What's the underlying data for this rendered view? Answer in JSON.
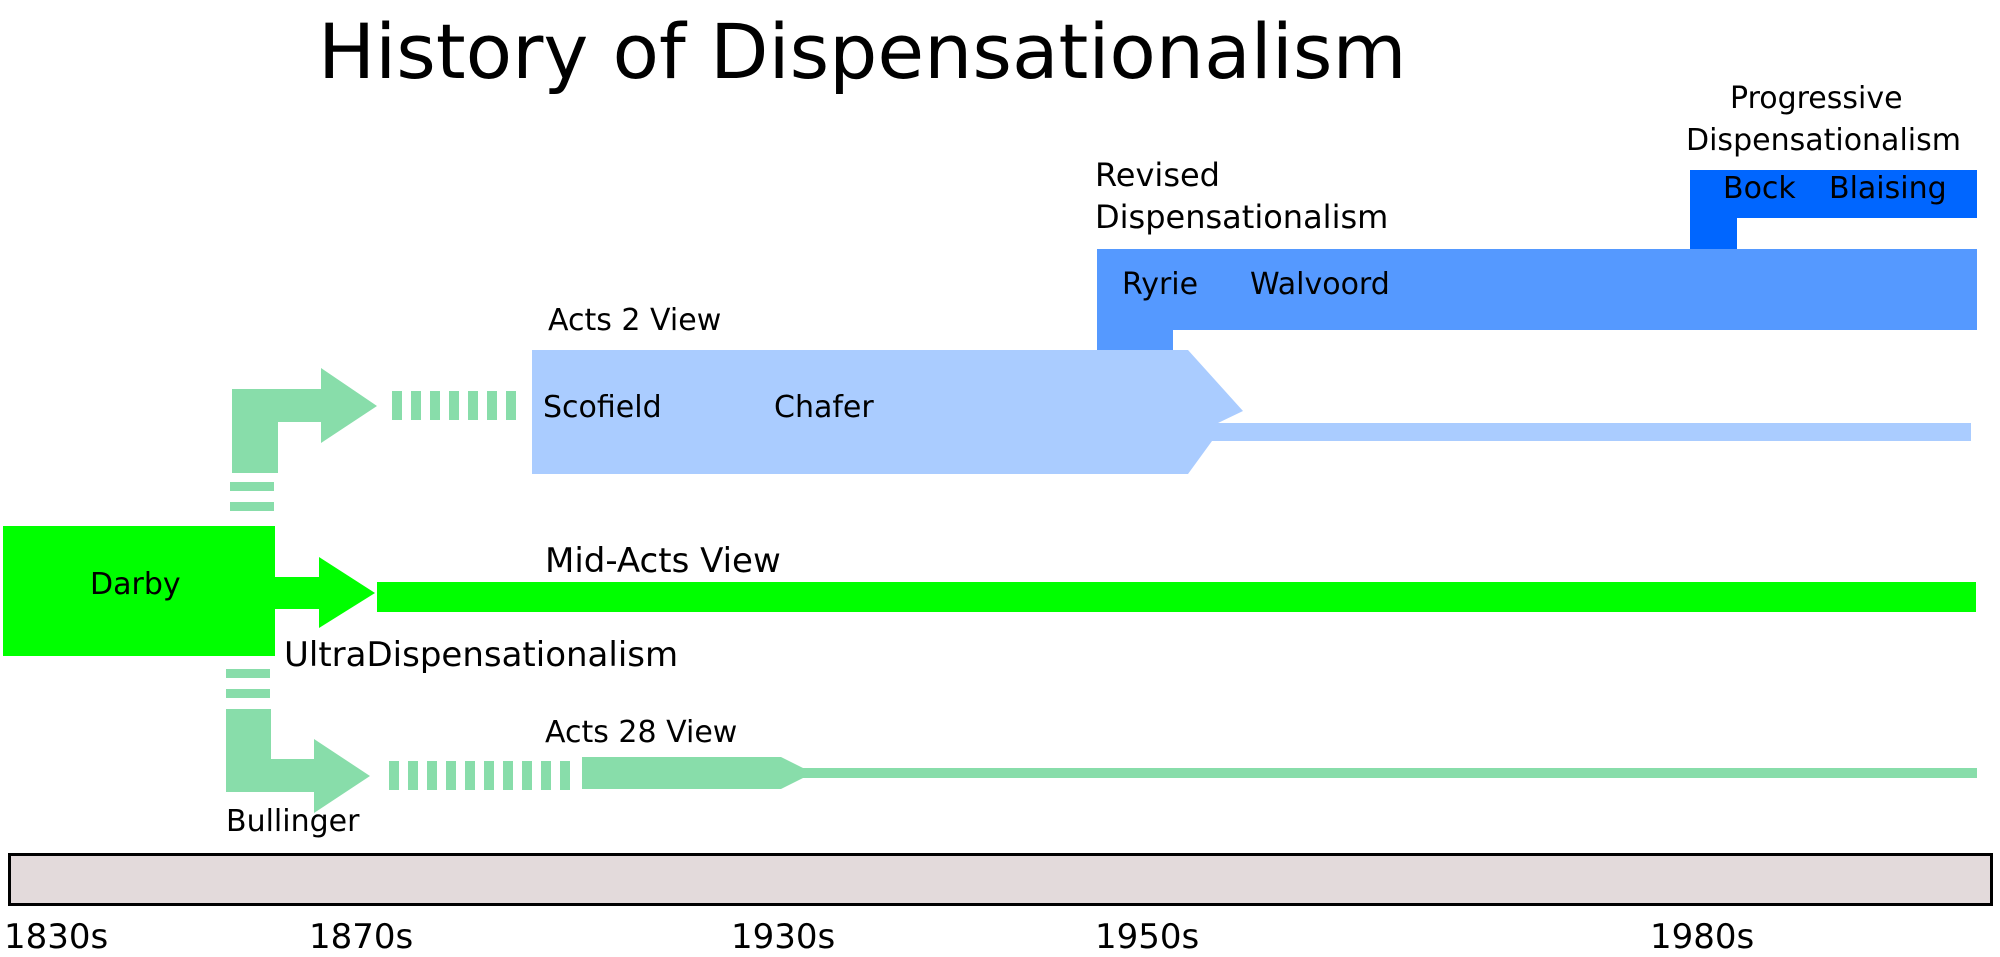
{
  "title": "History of Dispensationalism",
  "colors": {
    "darby_green": "#00ff00",
    "ultra_mint": "#88ddaa",
    "acts2_lightblue": "#aaccff",
    "revised_blue": "#5599ff",
    "progressive_blue": "#0066ff",
    "timeline_fill": "#e3dadb",
    "timeline_border": "#000000"
  },
  "nodes": {
    "darby": "Darby",
    "acts2_view": "Acts 2 View",
    "scofield": "Scofield",
    "chafer": "Chafer",
    "revised_line1": "Revised",
    "revised_line2": "Dispensationalism",
    "ryrie": "Ryrie",
    "walvoord": "Walvoord",
    "progressive_line1": "Progressive",
    "progressive_line2": "Dispensationalism",
    "bock": "Bock",
    "blaising": "Blaising",
    "mid_acts_view": "Mid-Acts View",
    "ultra": "UltraDispensationalism",
    "acts28_view": "Acts 28 View",
    "bullinger": "Bullinger"
  },
  "timeline": {
    "ticks": [
      "1830s",
      "1870s",
      "1930s",
      "1950s",
      "1980s"
    ]
  }
}
